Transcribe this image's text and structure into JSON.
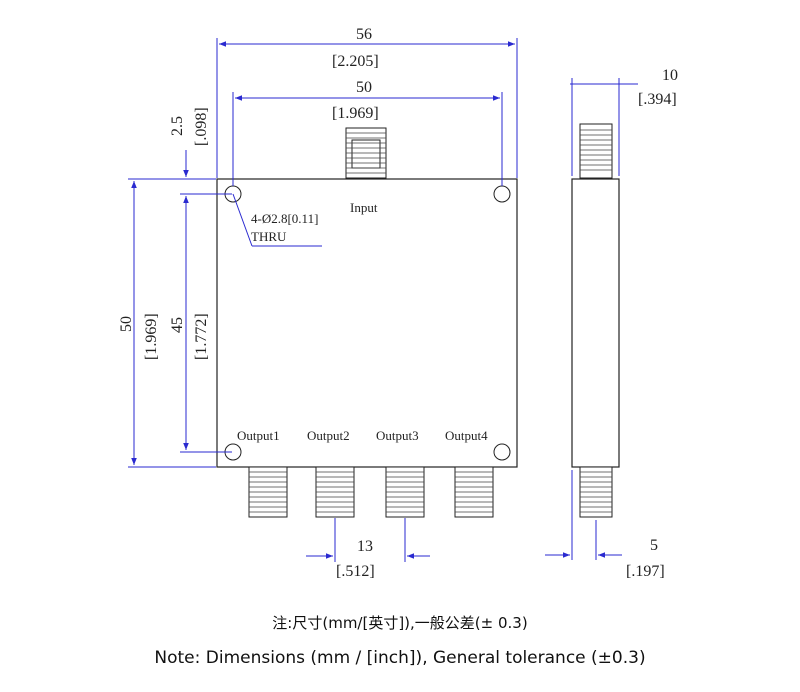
{
  "dimensions": {
    "overall_width": {
      "mm": "56",
      "inch": "[2.205]"
    },
    "hole_spacing_x": {
      "mm": "50",
      "inch": "[1.969]"
    },
    "hole_offset": {
      "mm": "2.5",
      "inch": "[.098]"
    },
    "overall_height": {
      "mm": "50",
      "inch": "[1.969]"
    },
    "hole_spacing_y": {
      "mm": "45",
      "inch": "[1.772]"
    },
    "output_pitch": {
      "mm": "13",
      "inch": "[.512]"
    },
    "thickness": {
      "mm": "10",
      "inch": "[.394]"
    },
    "connector_offset": {
      "mm": "5",
      "inch": "[.197]"
    }
  },
  "holes": {
    "spec": "4-Ø2.8[0.11]",
    "thru": "THRU"
  },
  "ports": {
    "input": "Input",
    "outputs": [
      "Output1",
      "Output2",
      "Output3",
      "Output4"
    ]
  },
  "notes": {
    "cn": "注:尺寸(mm/[英寸]),一般公差(±  0.3)",
    "en": "Note: Dimensions (mm / [inch]), General tolerance (±0.3)"
  },
  "colors": {
    "dimension": "#2a2ad0",
    "outline": "#222222"
  }
}
